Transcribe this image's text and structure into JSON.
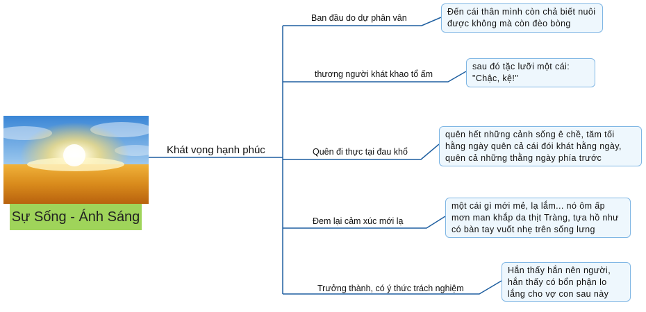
{
  "root": {
    "caption": "Sự Sống - Ánh Sáng"
  },
  "hub": {
    "label": "Khát vọng hạnh phúc"
  },
  "branches": [
    {
      "label": "Ban đầu do dự phân vân",
      "note": "Đến cái thân mình còn chả biết nuôi được không mà còn đèo bòng"
    },
    {
      "label": "thương người khát khao tổ ấm",
      "note": "sau đó tặc lưỡi một cái: \"Chậc, kệ!\""
    },
    {
      "label": "Quên đi thực tại đau khổ",
      "note": "quên hết những cảnh sống ê chề, tăm tối hằng ngày quên cả cái đói khát hằng ngày, quên cả những thằng ngày phía trước"
    },
    {
      "label": "Đem lại cảm xúc mới lạ",
      "note": "một cái gì mới mẻ, lạ lắm... nó ôm ấp mơn man khắp da thịt Tràng, tựa hồ như có bàn tay vuốt nhẹ trên sống lưng"
    },
    {
      "label": "Trưởng thành, có ý thức trách nghiệm",
      "note": "Hắn thấy hắn nên người, hắn thấy có bổn phận lo lắng cho vợ con sau này"
    }
  ],
  "colors": {
    "connector": "#1f5fa0",
    "leaf_border": "#7fb6e4",
    "leaf_fill": "#eef7fd",
    "caption_fill": "#9fd45a"
  }
}
